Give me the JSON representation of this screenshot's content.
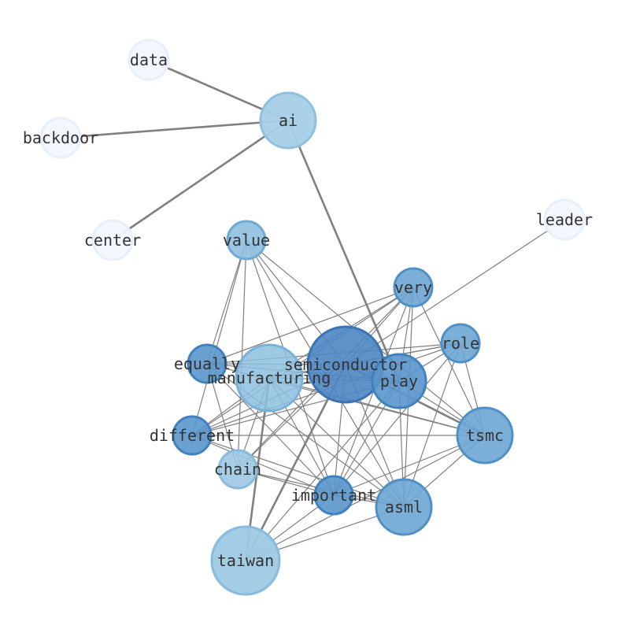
{
  "graph": {
    "nodes": [
      {
        "id": "data",
        "label": "data",
        "fill": "#f3f8fe",
        "stroke": "#e6f0fb",
        "opacity": 0.95
      },
      {
        "id": "ai",
        "label": "ai",
        "fill": "#a7cfe7",
        "stroke": "#8fc0e0",
        "opacity": 0.95
      },
      {
        "id": "backdoor",
        "label": "backdoor",
        "fill": "#f3f8fe",
        "stroke": "#e6f0fb",
        "opacity": 0.95
      },
      {
        "id": "center",
        "label": "center",
        "fill": "#f3f8fe",
        "stroke": "#e6f0fb",
        "opacity": 0.95
      },
      {
        "id": "leader",
        "label": "leader",
        "fill": "#f3f8fe",
        "stroke": "#e6f0fb",
        "opacity": 0.95
      },
      {
        "id": "value",
        "label": "value",
        "fill": "#8fbfe0",
        "stroke": "#6fa9d6",
        "opacity": 0.9
      },
      {
        "id": "very",
        "label": "very",
        "fill": "#6ea6d4",
        "stroke": "#4f90c6",
        "opacity": 0.9
      },
      {
        "id": "role",
        "label": "role",
        "fill": "#6ea6d4",
        "stroke": "#4f90c6",
        "opacity": 0.9
      },
      {
        "id": "equally",
        "label": "equally",
        "fill": "#5b97cc",
        "stroke": "#3f82bf",
        "opacity": 0.9
      },
      {
        "id": "manufacturing",
        "label": "manufacturing",
        "fill": "#8dbfe0",
        "stroke": "#7ab1d9",
        "opacity": 0.85
      },
      {
        "id": "semiconductor",
        "label": "semiconductor",
        "fill": "#4f86c4",
        "stroke": "#3a74b6",
        "opacity": 0.9
      },
      {
        "id": "play",
        "label": "play",
        "fill": "#5a95cc",
        "stroke": "#3f82bf",
        "opacity": 0.9
      },
      {
        "id": "different",
        "label": "different",
        "fill": "#5b97cc",
        "stroke": "#3f82bf",
        "opacity": 0.9
      },
      {
        "id": "tsmc",
        "label": "tsmc",
        "fill": "#6ea6d4",
        "stroke": "#4f90c6",
        "opacity": 0.9
      },
      {
        "id": "chain",
        "label": "chain",
        "fill": "#9ec9e4",
        "stroke": "#88bbdf",
        "opacity": 0.9
      },
      {
        "id": "important",
        "label": "important",
        "fill": "#5b97cc",
        "stroke": "#3f82bf",
        "opacity": 0.9
      },
      {
        "id": "asml",
        "label": "asml",
        "fill": "#6ea6d4",
        "stroke": "#4f90c6",
        "opacity": 0.9
      },
      {
        "id": "taiwan",
        "label": "taiwan",
        "fill": "#9ec9e4",
        "stroke": "#88bbdf",
        "opacity": 0.95
      }
    ],
    "edges": [
      {
        "source": "ai",
        "target": "data",
        "weight": "heavy"
      },
      {
        "source": "ai",
        "target": "backdoor",
        "weight": "heavy"
      },
      {
        "source": "ai",
        "target": "center",
        "weight": "heavy"
      },
      {
        "source": "ai",
        "target": "play",
        "weight": "heavy"
      },
      {
        "source": "semiconductor",
        "target": "taiwan",
        "weight": "heavy"
      },
      {
        "source": "manufacturing",
        "target": "taiwan",
        "weight": "heavy"
      },
      {
        "source": "semiconductor",
        "target": "tsmc",
        "weight": "heavy"
      },
      {
        "source": "leader",
        "target": "semiconductor",
        "weight": "light"
      },
      {
        "source": "value",
        "target": "equally",
        "weight": "light"
      },
      {
        "source": "value",
        "target": "different",
        "weight": "light"
      },
      {
        "source": "value",
        "target": "chain",
        "weight": "light"
      },
      {
        "source": "value",
        "target": "important",
        "weight": "light"
      },
      {
        "source": "value",
        "target": "asml",
        "weight": "light"
      },
      {
        "source": "value",
        "target": "tsmc",
        "weight": "light"
      },
      {
        "source": "value",
        "target": "semiconductor",
        "weight": "light"
      },
      {
        "source": "very",
        "target": "equally",
        "weight": "light"
      },
      {
        "source": "very",
        "target": "manufacturing",
        "weight": "light"
      },
      {
        "source": "very",
        "target": "different",
        "weight": "light"
      },
      {
        "source": "very",
        "target": "important",
        "weight": "light"
      },
      {
        "source": "very",
        "target": "asml",
        "weight": "light"
      },
      {
        "source": "very",
        "target": "tsmc",
        "weight": "light"
      },
      {
        "source": "very",
        "target": "semiconductor",
        "weight": "light"
      },
      {
        "source": "very",
        "target": "play",
        "weight": "light"
      },
      {
        "source": "very",
        "target": "chain",
        "weight": "light"
      },
      {
        "source": "role",
        "target": "equally",
        "weight": "light"
      },
      {
        "source": "role",
        "target": "manufacturing",
        "weight": "light"
      },
      {
        "source": "role",
        "target": "different",
        "weight": "light"
      },
      {
        "source": "role",
        "target": "important",
        "weight": "light"
      },
      {
        "source": "role",
        "target": "asml",
        "weight": "light"
      },
      {
        "source": "role",
        "target": "tsmc",
        "weight": "light"
      },
      {
        "source": "role",
        "target": "semiconductor",
        "weight": "light"
      },
      {
        "source": "role",
        "target": "play",
        "weight": "light"
      },
      {
        "source": "equally",
        "target": "semiconductor",
        "weight": "light"
      },
      {
        "source": "equally",
        "target": "play",
        "weight": "light"
      },
      {
        "source": "equally",
        "target": "important",
        "weight": "light"
      },
      {
        "source": "equally",
        "target": "asml",
        "weight": "light"
      },
      {
        "source": "equally",
        "target": "chain",
        "weight": "light"
      },
      {
        "source": "equally",
        "target": "tsmc",
        "weight": "light"
      },
      {
        "source": "manufacturing",
        "target": "different",
        "weight": "light"
      },
      {
        "source": "manufacturing",
        "target": "important",
        "weight": "light"
      },
      {
        "source": "manufacturing",
        "target": "asml",
        "weight": "light"
      },
      {
        "source": "manufacturing",
        "target": "tsmc",
        "weight": "light"
      },
      {
        "source": "manufacturing",
        "target": "play",
        "weight": "light"
      },
      {
        "source": "manufacturing",
        "target": "chain",
        "weight": "light"
      },
      {
        "source": "semiconductor",
        "target": "different",
        "weight": "light"
      },
      {
        "source": "semiconductor",
        "target": "important",
        "weight": "light"
      },
      {
        "source": "semiconductor",
        "target": "asml",
        "weight": "light"
      },
      {
        "source": "semiconductor",
        "target": "chain",
        "weight": "light"
      },
      {
        "source": "semiconductor",
        "target": "play",
        "weight": "light"
      },
      {
        "source": "play",
        "target": "different",
        "weight": "light"
      },
      {
        "source": "play",
        "target": "important",
        "weight": "light"
      },
      {
        "source": "play",
        "target": "asml",
        "weight": "light"
      },
      {
        "source": "play",
        "target": "tsmc",
        "weight": "light"
      },
      {
        "source": "play",
        "target": "taiwan",
        "weight": "light"
      },
      {
        "source": "different",
        "target": "tsmc",
        "weight": "light"
      },
      {
        "source": "different",
        "target": "important",
        "weight": "light"
      },
      {
        "source": "different",
        "target": "asml",
        "weight": "light"
      },
      {
        "source": "chain",
        "target": "important",
        "weight": "light"
      },
      {
        "source": "chain",
        "target": "asml",
        "weight": "light"
      },
      {
        "source": "important",
        "target": "asml",
        "weight": "light"
      },
      {
        "source": "important",
        "target": "tsmc",
        "weight": "light"
      },
      {
        "source": "important",
        "target": "taiwan",
        "weight": "light"
      },
      {
        "source": "asml",
        "target": "tsmc",
        "weight": "light"
      },
      {
        "source": "asml",
        "target": "taiwan",
        "weight": "light"
      },
      {
        "source": "tsmc",
        "target": "taiwan",
        "weight": "light"
      }
    ]
  }
}
